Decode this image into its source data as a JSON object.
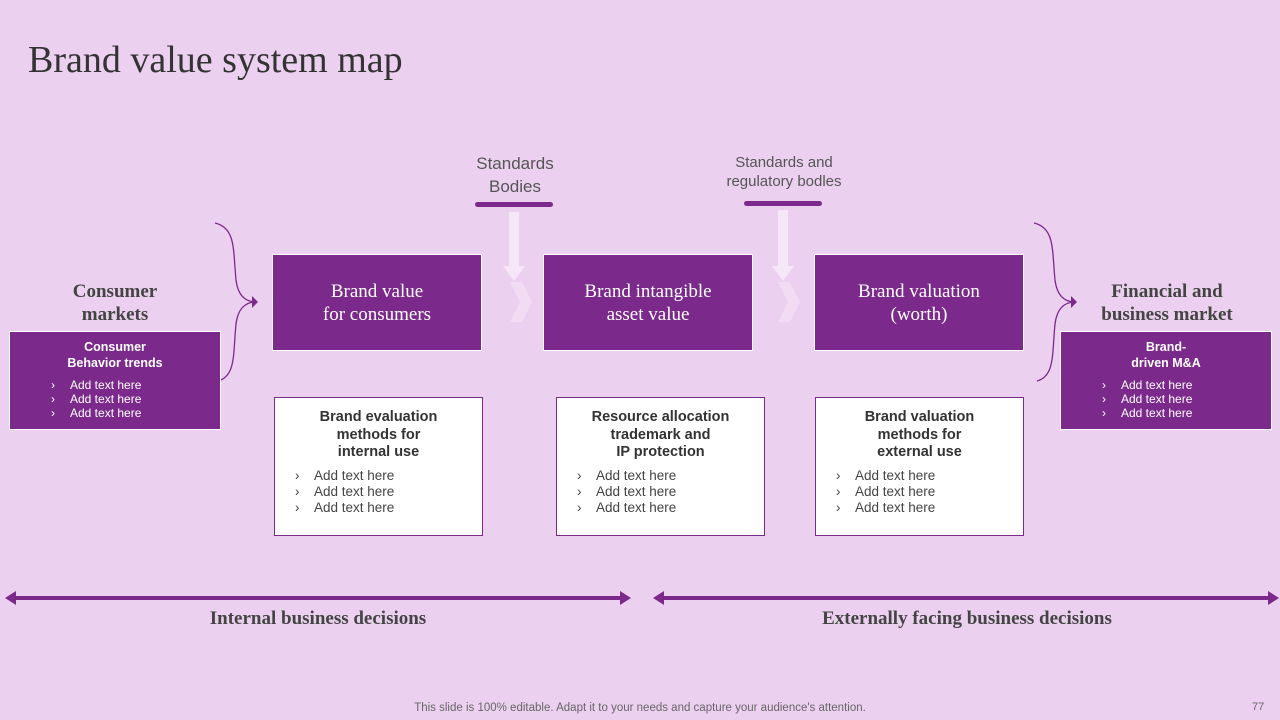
{
  "title": "Brand value system map",
  "standards": [
    {
      "label": "Standards\nBodies"
    },
    {
      "label": "Standards and\nregulatory bodles"
    }
  ],
  "left": {
    "title": "Consumer\nmarkets",
    "box_title": "Consumer\nBehavior trends",
    "items": [
      "Add text here",
      "Add text here",
      "Add text here"
    ]
  },
  "right": {
    "title": "Financial and\nbusiness market",
    "box_title": "Brand-\ndriven M&A",
    "items": [
      "Add text here",
      "Add text here",
      "Add text here"
    ]
  },
  "main_boxes": [
    {
      "label": "Brand value\nfor consumers"
    },
    {
      "label": "Brand intangible\nasset value"
    },
    {
      "label": "Brand  valuation\n(worth)"
    }
  ],
  "detail_boxes": [
    {
      "title": "Brand evaluation\nmethods for\ninternal use",
      "items": [
        "Add text here",
        "Add text here",
        "Add text here"
      ]
    },
    {
      "title": "Resource allocation\ntrademark and\nIP protection",
      "items": [
        "Add text here",
        "Add text here",
        "Add text here"
      ]
    },
    {
      "title": "Brand valuation\nmethods for\nexternal use",
      "items": [
        "Add text here",
        "Add text here",
        "Add text here"
      ]
    }
  ],
  "decisions": {
    "internal": "Internal business decisions",
    "external": "Externally facing business decisions"
  },
  "footer": "This slide is 100% editable. Adapt it to your needs and capture your audience's attention.",
  "page_number": "77",
  "colors": {
    "accent": "#7b2a8c",
    "background": "#ecd0f0"
  }
}
